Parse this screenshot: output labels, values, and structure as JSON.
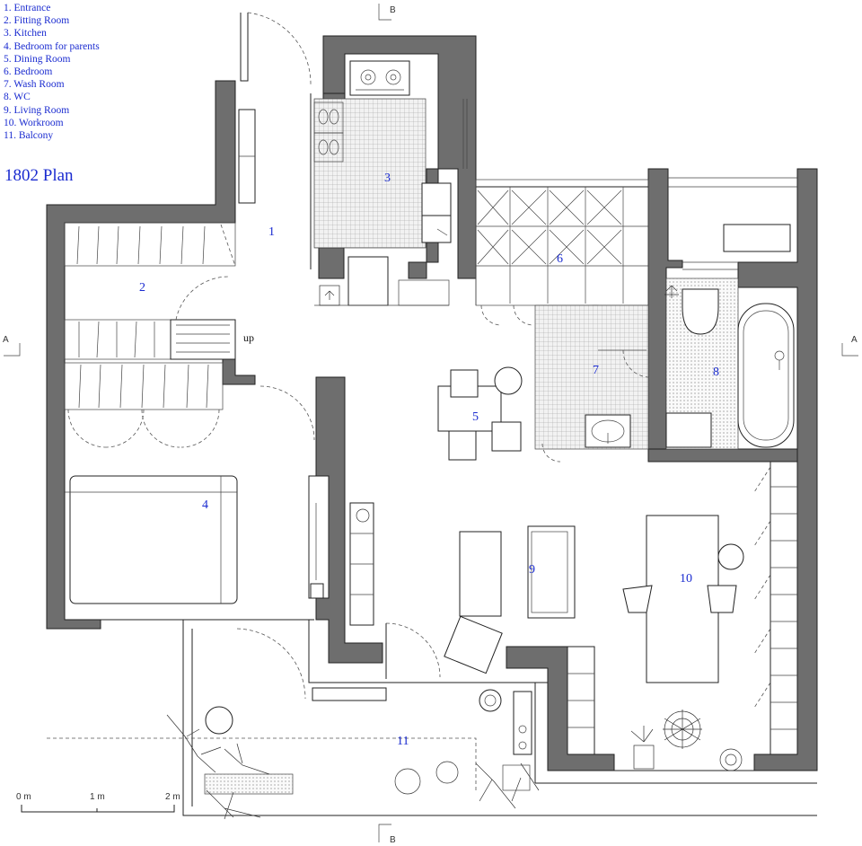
{
  "legend": {
    "items": [
      "1.  Entrance",
      "2.  Fitting Room",
      "3.  Kitchen",
      "4.  Bedroom for parents",
      "5.  Dining Room",
      "6.  Bedroom",
      "7.  Wash Room",
      "8.  WC",
      "9.  Living Room",
      "10. Workroom",
      "11. Balcony"
    ]
  },
  "title": "1802  Plan",
  "rooms": [
    "1",
    "2",
    "3",
    "4",
    "5",
    "6",
    "7",
    "8",
    "9",
    "10",
    "11"
  ],
  "stair_label": "up",
  "section_marks": {
    "b_top": "B",
    "b_bottom": "B",
    "a_left": "A",
    "a_right": "A"
  },
  "scale": {
    "labels": [
      "0 m",
      "1 m",
      "2 m"
    ]
  },
  "colors": {
    "label": "#1a2bd0",
    "wall": "#6e6e6e"
  }
}
